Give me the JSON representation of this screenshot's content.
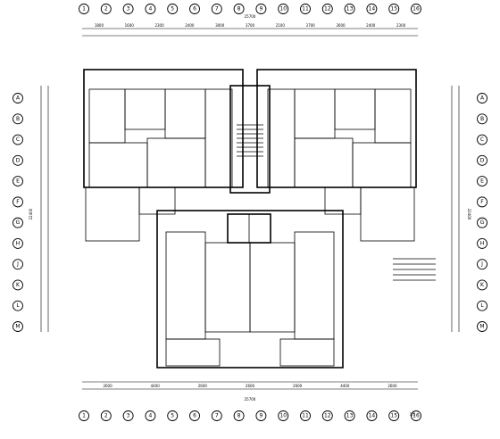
{
  "drawing": {
    "axis_top": [
      "1",
      "2",
      "3",
      "4",
      "5",
      "6",
      "7",
      "8",
      "9",
      "10",
      "11",
      "12",
      "13",
      "14",
      "15",
      "16"
    ],
    "axis_bottom": [
      "1",
      "2",
      "3",
      "4",
      "5",
      "6",
      "7",
      "8",
      "9",
      "10",
      "11",
      "12",
      "13",
      "14",
      "15",
      "16"
    ],
    "axis_left": [
      "A",
      "B",
      "C",
      "D",
      "E",
      "F",
      "G",
      "H",
      "J",
      "K",
      "L",
      "M"
    ],
    "axis_right": [
      "A",
      "B",
      "C",
      "D",
      "E",
      "F",
      "G",
      "H",
      "J",
      "K",
      "L",
      "M"
    ],
    "dim_top_total": "25700",
    "dim_bottom_total": "25700",
    "dim_top": [
      "1800",
      "1600",
      "2300",
      "2400",
      "3000",
      "3700",
      "2100",
      "3700",
      "3000",
      "2400",
      "2300"
    ],
    "dim_bottom": [
      "2600",
      "4400",
      "2600",
      "2600",
      "2600",
      "4400",
      "2600"
    ],
    "dim_left_total": "22400",
    "dim_right_total": "22400",
    "page_ref": "1/5"
  }
}
